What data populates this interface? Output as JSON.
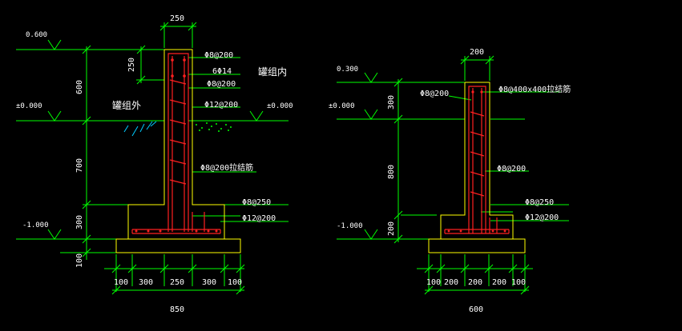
{
  "colors": {
    "background": "#000000",
    "dimension": "#00ff00",
    "outline": "#ffff00",
    "rebar": "#ff2020",
    "soil": "#00ccff",
    "text": "#ffffff"
  },
  "left": {
    "levels": {
      "top": "0.600",
      "ground": "±0.000",
      "ground_right": "±0.000",
      "bottom": "-1.000"
    },
    "dims_top": {
      "width": "250"
    },
    "dims_vertical": {
      "cap": "250",
      "upper": "600",
      "middle": "700",
      "footing": "300",
      "pad": "100"
    },
    "dims_bottom": {
      "d1": "100",
      "d2": "300",
      "d3": "250",
      "d4": "300",
      "d5": "100",
      "total": "850"
    },
    "labels": {
      "r1": "Φ8@200",
      "r2": "6Φ14",
      "r3": "Φ8@200",
      "r4": "Φ12@200",
      "r5": "Φ8@200拉结筋",
      "r6": "Φ8@250",
      "r7": "Φ12@200",
      "inside": "罐组内",
      "outside": "罐组外"
    }
  },
  "right": {
    "levels": {
      "top": "0.300",
      "ground": "±0.000",
      "bottom": "-1.000"
    },
    "dims_top": {
      "width": "200"
    },
    "dims_vertical": {
      "upper": "300",
      "middle": "800",
      "footing": "200"
    },
    "dims_bottom": {
      "d1": "100",
      "d2": "200",
      "d3": "200",
      "d4": "200",
      "d5": "100",
      "total": "600"
    },
    "labels": {
      "r1": "Φ8@400x400拉结筋",
      "r2": "Φ8@200",
      "r3": "Φ8@200",
      "r4": "Φ8@250",
      "r5": "Φ12@200"
    }
  }
}
